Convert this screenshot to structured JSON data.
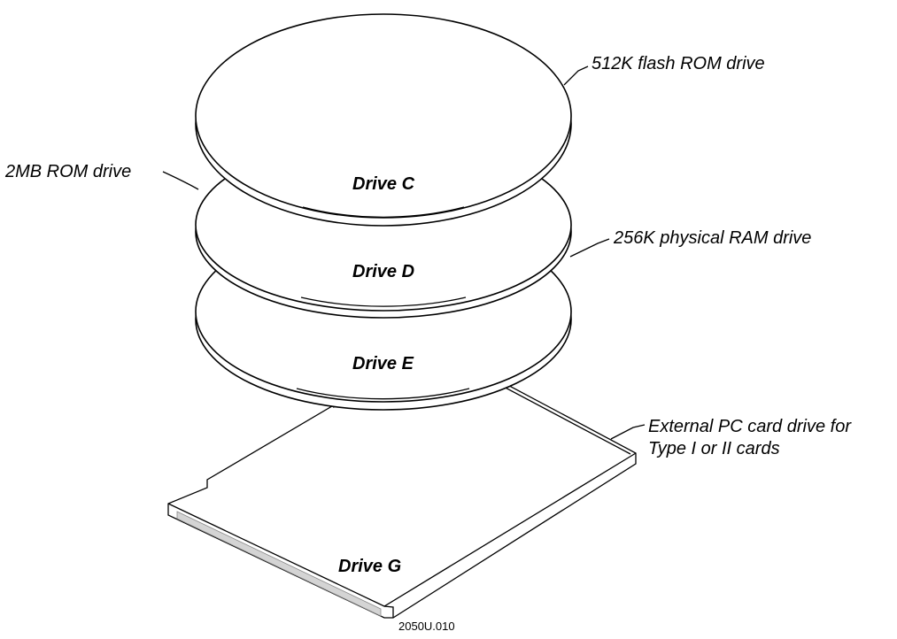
{
  "callouts": {
    "flash_rom": "512K flash ROM drive",
    "rom_2mb": "2MB ROM drive",
    "physical_ram": "256K physical RAM drive",
    "pc_card_line1": "External PC card drive for",
    "pc_card_line2": "Type I or II cards"
  },
  "drives": {
    "c": "Drive C",
    "d": "Drive D",
    "e": "Drive E",
    "g": "Drive G"
  },
  "figure_id": "2050U.010"
}
